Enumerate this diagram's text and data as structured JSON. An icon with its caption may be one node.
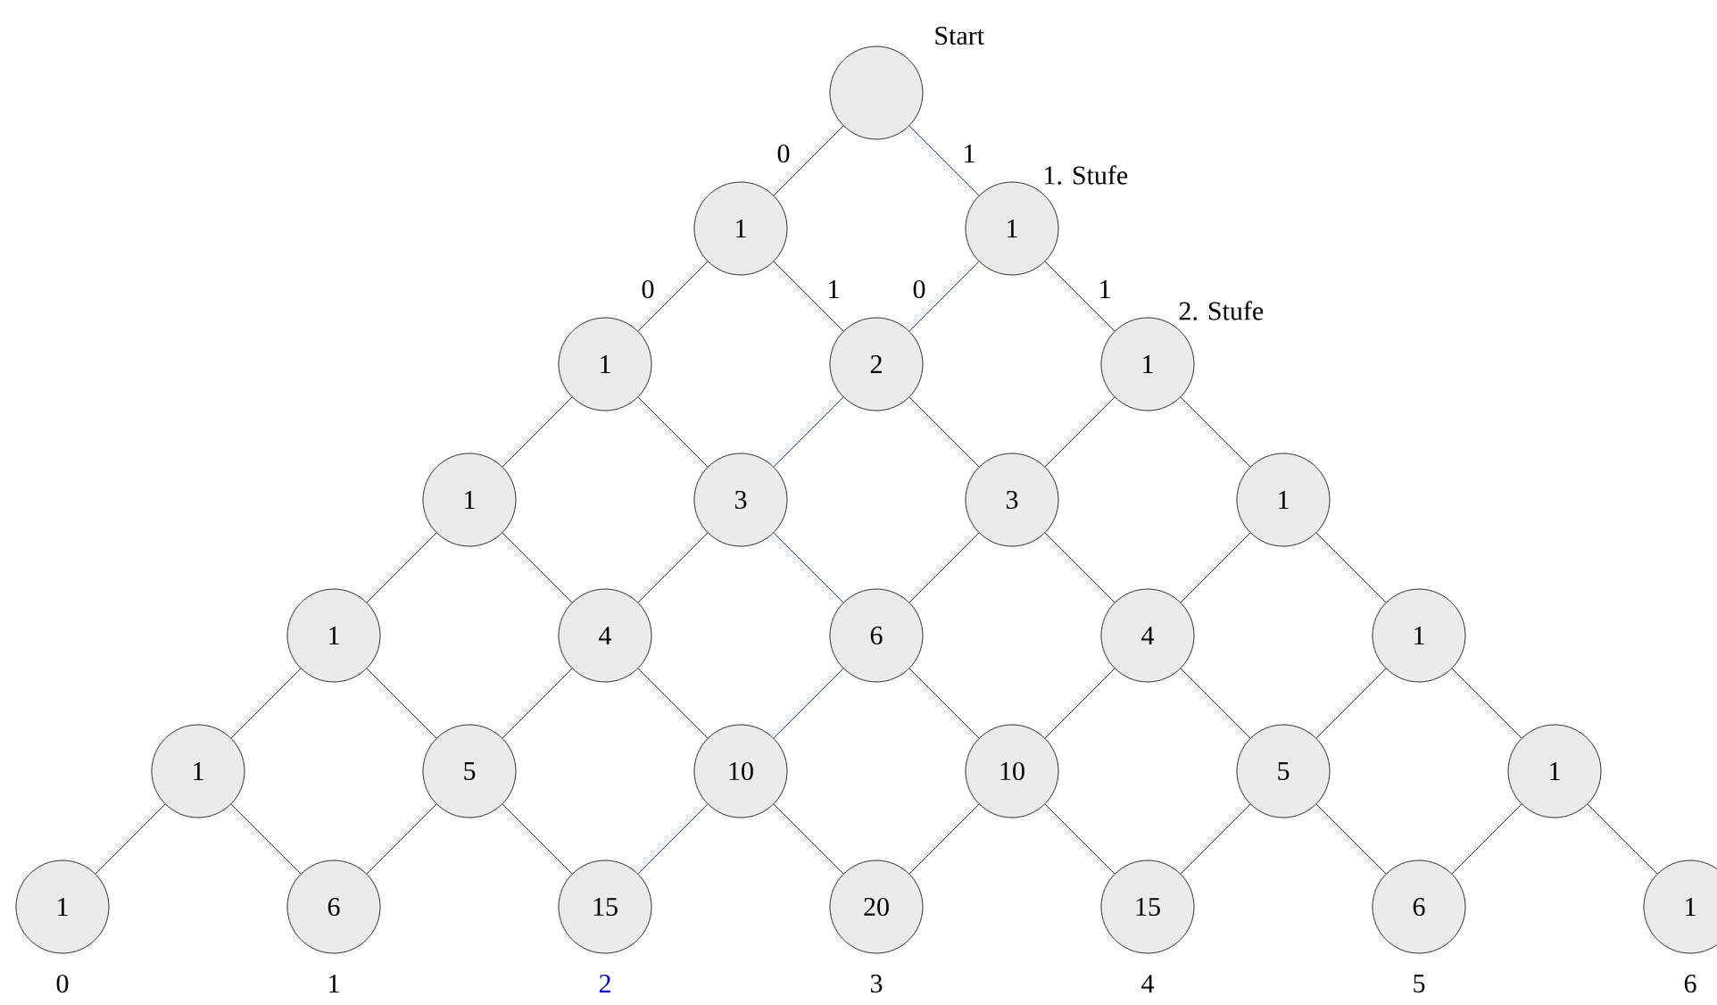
{
  "diagram": {
    "nodes": [
      {
        "text": [],
        "shape": "circle",
        "beside": [
          "Start"
        ]
      },
      {
        "text": [
          "1"
        ]
      },
      {
        "text": [
          "1"
        ],
        "beside": [
          "1. Stufe"
        ]
      },
      {
        "text": [
          "1"
        ]
      },
      {
        "text": [
          "2"
        ]
      },
      {
        "text": [
          "1"
        ],
        "beside": [
          "2. Stufe"
        ]
      },
      {
        "text": [
          "1"
        ]
      },
      {
        "text": [
          "3"
        ]
      },
      {
        "text": [
          "3"
        ]
      },
      {
        "text": [
          "1"
        ]
      },
      {
        "text": [
          "1"
        ]
      },
      {
        "text": [
          "4"
        ]
      },
      {
        "text": [
          "6"
        ]
      },
      {
        "text": [
          "4"
        ]
      },
      {
        "text": [
          "1"
        ]
      },
      {
        "text": [
          "1"
        ]
      },
      {
        "text": [
          "5"
        ]
      },
      {
        "text": [
          "10"
        ]
      },
      {
        "text": [
          "10"
        ]
      },
      {
        "text": [
          "5"
        ]
      },
      {
        "text": [
          "1"
        ]
      },
      {
        "text": [
          "1"
        ]
      },
      {
        "text": [
          "6"
        ]
      },
      {
        "text": [
          "15"
        ]
      },
      {
        "text": [
          "20"
        ]
      },
      {
        "text": [
          "15"
        ]
      },
      {
        "text": [
          "6"
        ]
      },
      {
        "text": [
          "1"
        ]
      }
    ],
    "edges": [
      {
        "from": 0,
        "to": 1,
        "arrow": "none",
        "label": "0"
      },
      {
        "from": 0,
        "to": 2,
        "arrow": "none",
        "label": "1",
        "color": "#0000cc"
      },
      {
        "from": 1,
        "to": 3,
        "arrow": "none",
        "label": "0"
      },
      {
        "from": 1,
        "to": 4,
        "arrow": "none",
        "label": "1"
      },
      {
        "from": 2,
        "to": 4,
        "arrow": "none",
        "label": "0",
        "color": "#0000cc"
      },
      {
        "from": 2,
        "to": 5,
        "arrow": "none",
        "label": "1"
      },
      {
        "from": 3,
        "to": 6,
        "arrow": "none"
      },
      {
        "from": 3,
        "to": 7,
        "arrow": "none"
      },
      {
        "from": 4,
        "to": 7,
        "arrow": "none",
        "color": "#0000cc"
      },
      {
        "from": 4,
        "to": 8,
        "arrow": "none"
      },
      {
        "from": 5,
        "to": 8,
        "arrow": "none"
      },
      {
        "from": 5,
        "to": 9,
        "arrow": "none"
      },
      {
        "from": 6,
        "to": 10,
        "arrow": "none"
      },
      {
        "from": 6,
        "to": 11,
        "arrow": "none"
      },
      {
        "from": 7,
        "to": 11,
        "arrow": "none"
      },
      {
        "from": 7,
        "to": 12,
        "arrow": "none",
        "color": "#0000cc"
      },
      {
        "from": 8,
        "to": 12,
        "arrow": "none"
      },
      {
        "from": 8,
        "to": 13,
        "arrow": "none"
      },
      {
        "from": 9,
        "to": 13,
        "arrow": "none"
      },
      {
        "from": 9,
        "to": 14,
        "arrow": "none"
      },
      {
        "from": 10,
        "to": 15,
        "arrow": "none"
      },
      {
        "from": 10,
        "to": 16,
        "arrow": "none"
      },
      {
        "from": 11,
        "to": 16,
        "arrow": "none"
      },
      {
        "from": 11,
        "to": 17,
        "arrow": "none"
      },
      {
        "from": 12,
        "to": 17,
        "arrow": "none",
        "color": "#0000cc"
      },
      {
        "from": 12,
        "to": 18,
        "arrow": "none"
      },
      {
        "from": 13,
        "to": 18,
        "arrow": "none"
      },
      {
        "from": 13,
        "to": 19,
        "arrow": "none"
      },
      {
        "from": 14,
        "to": 19,
        "arrow": "none"
      },
      {
        "from": 14,
        "to": 20,
        "arrow": "none"
      },
      {
        "from": 15,
        "to": 21,
        "arrow": "none"
      },
      {
        "from": 15,
        "to": 22,
        "arrow": "none"
      },
      {
        "from": 16,
        "to": 22,
        "arrow": "none"
      },
      {
        "from": 16,
        "to": 23,
        "arrow": "none"
      },
      {
        "from": 17,
        "to": 23,
        "arrow": "none",
        "color": "#0000cc"
      },
      {
        "from": 17,
        "to": 24,
        "arrow": "none"
      },
      {
        "from": 18,
        "to": 24,
        "arrow": "none"
      },
      {
        "from": 18,
        "to": 25,
        "arrow": "none"
      },
      {
        "from": 19,
        "to": 25,
        "arrow": "none"
      },
      {
        "from": 19,
        "to": 26,
        "arrow": "none"
      },
      {
        "from": 20,
        "to": 26,
        "arrow": "none"
      },
      {
        "from": 20,
        "to": 27,
        "arrow": "none"
      }
    ],
    "labels": [
      "0",
      "1",
      "2",
      "3",
      "4",
      "5",
      "6"
    ]
  }
}
